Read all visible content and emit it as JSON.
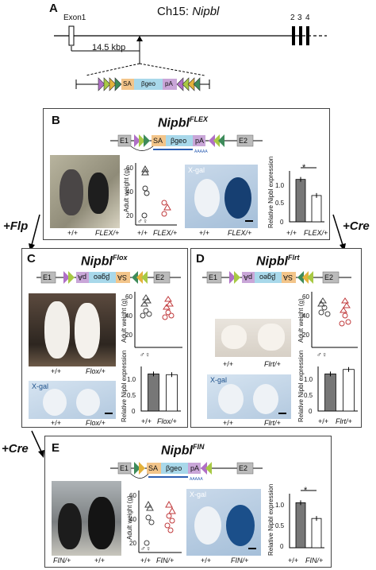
{
  "panels": {
    "A": {
      "label": "A",
      "chrom": "Ch15:",
      "gene": "Nipbl",
      "exon1": "Exon1",
      "exons_right": [
        "2",
        "3",
        "4"
      ],
      "distance": "14.5 kbp",
      "cassette": [
        "SA",
        "βgeo",
        "pA"
      ]
    },
    "B": {
      "label": "B",
      "title": "Nipbl",
      "sup": "FLEX",
      "e1": "E1",
      "e2": "E2",
      "cassette": [
        "SA",
        "βgeo",
        "pA"
      ],
      "polyA": "AAAAA",
      "ylabel_weight": "Adult weight (g)",
      "ticks_weight": [
        "60",
        "40",
        "20"
      ],
      "genotypes": [
        "+/+",
        "FLEX/+"
      ],
      "xgal": "X-gal",
      "photo_geno": [
        "+/+",
        "FLEX/+"
      ],
      "ylabel_expr": "Relative Nipbl expression",
      "ticks_expr": [
        "1.0",
        "0.5",
        "0"
      ],
      "bar_x": [
        "+/+",
        "FLEX/+"
      ],
      "signif": "*"
    },
    "C": {
      "label": "C",
      "title": "Nipbl",
      "sup": "Flox",
      "e1": "E1",
      "e2": "E2",
      "cassette": [
        "pA",
        "βgeo",
        "SA"
      ],
      "photo_geno": [
        "+/+",
        "Flox/+"
      ],
      "ylabel_weight": "Adult weight (g)",
      "ticks_weight": [
        "60",
        "40",
        "20"
      ],
      "xgal": "X-gal",
      "embryo_geno": [
        "+/+",
        "Flox/+"
      ],
      "ylabel_expr": "Relative Nipbl expression",
      "ticks_expr": [
        "1.0",
        "0.5",
        "0"
      ],
      "bar_x": [
        "+/+",
        "Flox/+"
      ]
    },
    "D": {
      "label": "D",
      "title": "Nipbl",
      "sup": "Flrt",
      "e1": "E1",
      "e2": "E2",
      "cassette": [
        "pA",
        "βgeo",
        "SA"
      ],
      "photo_geno": [
        "+/+",
        "Flrt/+"
      ],
      "ylabel_weight": "Adult weight (g)",
      "ticks_weight": [
        "60",
        "40",
        "20"
      ],
      "xgal": "X-gal",
      "embryo_geno": [
        "+/+",
        "Flrt/+"
      ],
      "ylabel_expr": "Relative Nipbl expression",
      "ticks_expr": [
        "1.0",
        "0.5",
        "0"
      ],
      "bar_x": [
        "+/+",
        "Flrt/+"
      ]
    },
    "E": {
      "label": "E",
      "title": "Nipbl",
      "sup": "FIN",
      "e1": "E1",
      "e2": "E2",
      "cassette": [
        "SA",
        "βgeo",
        "pA"
      ],
      "polyA": "AAAAA",
      "photo_geno": [
        "FIN/+",
        "+/+"
      ],
      "ylabel_weight": "Adult weight (g)",
      "ticks_weight": [
        "60",
        "40",
        "20"
      ],
      "genotypes": [
        "+/+",
        "FIN/+"
      ],
      "xgal": "X-gal",
      "embryo_geno": [
        "+/+",
        "FIN/+"
      ],
      "ylabel_expr": "Relative Nipbl expression",
      "ticks_expr": [
        "1.0",
        "0.5",
        "0"
      ],
      "bar_x": [
        "+/+",
        "FIN/+"
      ],
      "signif": "*"
    }
  },
  "arrows": {
    "flp": "+Flp",
    "cre_right": "+Cre",
    "cre_left": "+Cre"
  },
  "sex_symbols": "♂♀",
  "colors": {
    "bar_wt": "#777777",
    "bar_mut": "#ffffff",
    "mutant_points": "#c0393b",
    "xgal_bg": "#a9c2dc",
    "xgal_blue": "#1b4f8a",
    "sa": "#f3c58a",
    "bgeo": "#a8d8ea",
    "pa": "#c9a6d8"
  },
  "chart_data": [
    {
      "type": "bar",
      "panel": "B",
      "categories": [
        "+/+",
        "FLEX/+"
      ],
      "values": [
        1.0,
        0.62
      ],
      "ylim": [
        0,
        1.2
      ],
      "ylabel": "Relative Nipbl expression"
    },
    {
      "type": "bar",
      "panel": "C",
      "categories": [
        "+/+",
        "Flox/+"
      ],
      "values": [
        1.0,
        0.98
      ],
      "ylim": [
        0,
        1.2
      ],
      "ylabel": "Relative Nipbl expression"
    },
    {
      "type": "bar",
      "panel": "D",
      "categories": [
        "+/+",
        "Flrt/+"
      ],
      "values": [
        1.0,
        1.12
      ],
      "ylim": [
        0,
        1.2
      ],
      "ylabel": "Relative Nipbl expression"
    },
    {
      "type": "bar",
      "panel": "E",
      "categories": [
        "+/+",
        "FIN/+"
      ],
      "values": [
        1.0,
        0.65
      ],
      "ylim": [
        0,
        1.2
      ],
      "ylabel": "Relative Nipbl expression"
    }
  ]
}
